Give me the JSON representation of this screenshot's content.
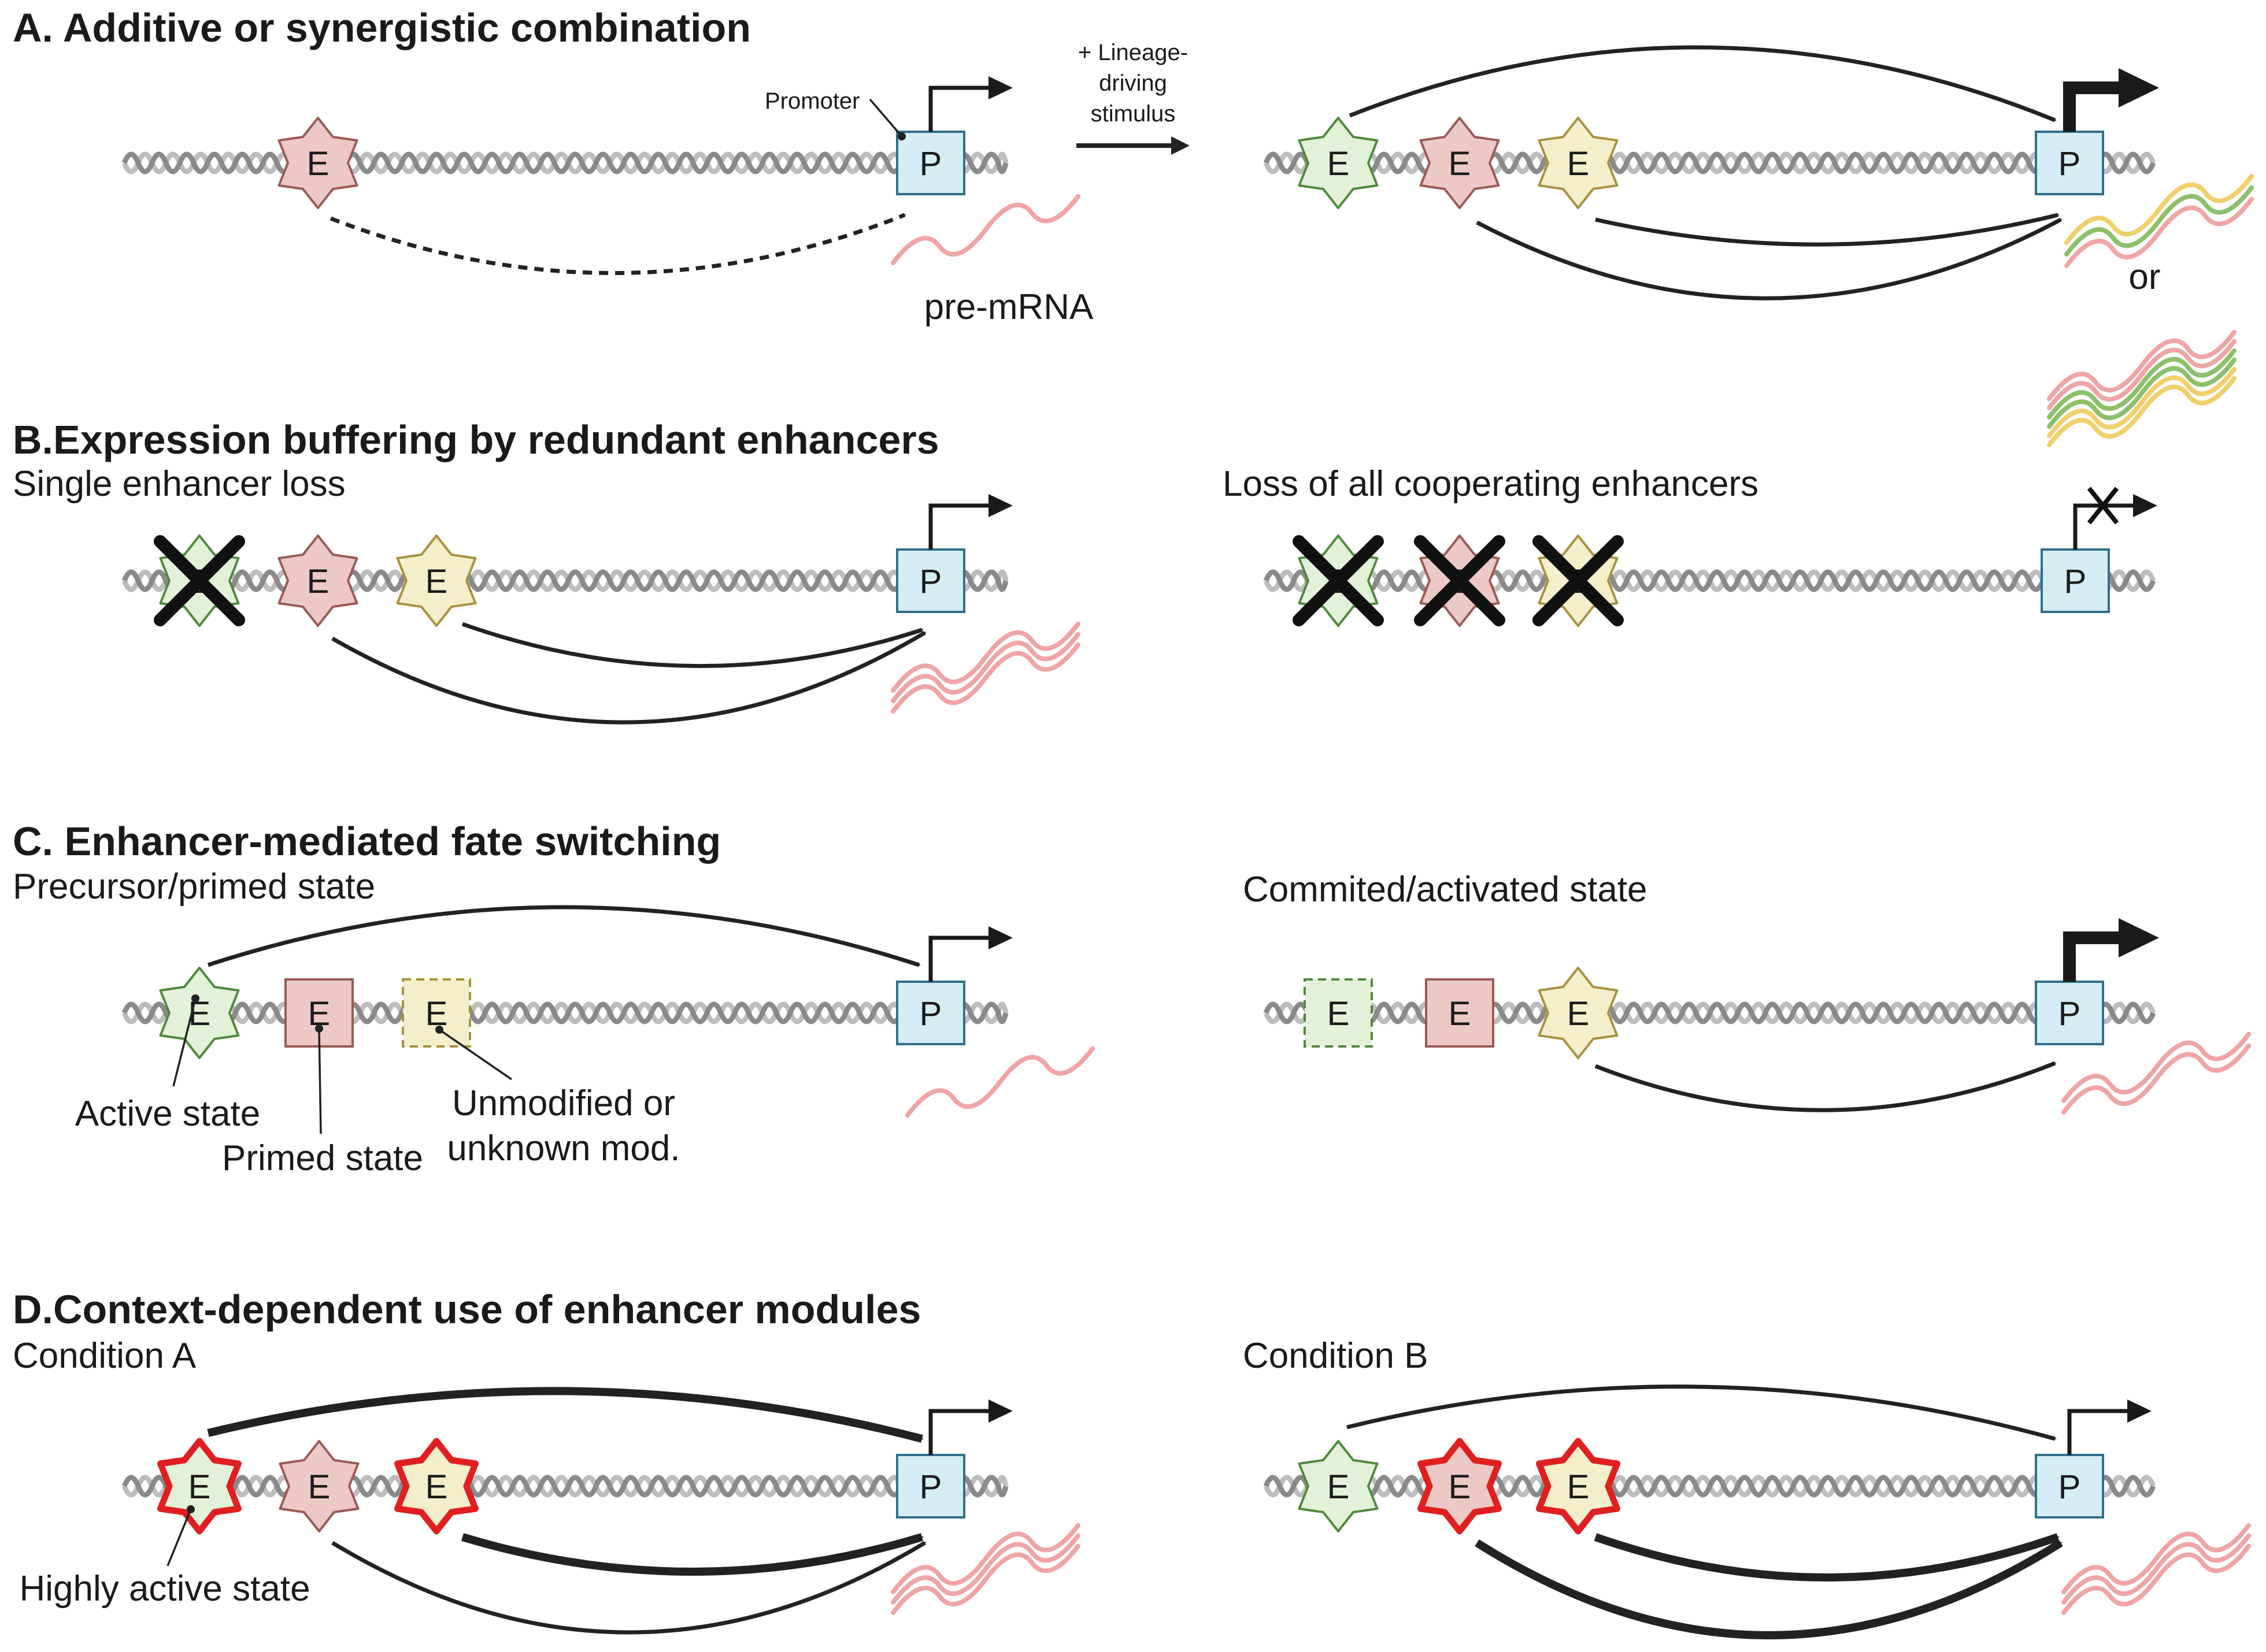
{
  "panels": {
    "a": {
      "title": "A. Additive or synergistic combination",
      "promoter_label": "Promoter",
      "stimulus_line1": "+ Lineage-",
      "stimulus_line2": "driving",
      "stimulus_line3": "stimulus",
      "premrna_label": "pre-mRNA",
      "or_label": "or"
    },
    "b": {
      "title": "B.Expression buffering by redundant enhancers",
      "left_subtitle": "Single enhancer loss",
      "right_subtitle": "Loss of all cooperating enhancers"
    },
    "c": {
      "title": "C. Enhancer-mediated fate switching",
      "left_subtitle": "Precursor/primed state",
      "right_subtitle": "Commited/activated state",
      "active_label": "Active state",
      "primed_label": "Primed state",
      "unmod_line1": "Unmodified or",
      "unmod_line2": "unknown mod."
    },
    "d": {
      "title": "D.Context-dependent use of enhancer modules",
      "left_subtitle": "Condition A",
      "right_subtitle": "Condition B",
      "highly_active_label": "Highly active state"
    }
  },
  "glyphs": {
    "enhancer": "E",
    "promoter": "P"
  },
  "colors": {
    "green_fill": "#e3f1d9",
    "green_stroke": "#4f8a3c",
    "pink_fill": "#ecc9c5",
    "pink_stroke": "#9b5a55",
    "yellow_fill": "#f4eecb",
    "yellow_stroke": "#a8923e",
    "blue_fill": "#d4ecf4",
    "blue_stroke": "#2f6f8c",
    "red_stroke": "#e02020",
    "rna_pink": "#efa5a5",
    "rna_green": "#8cc06a",
    "rna_yellow": "#f0cf6c"
  }
}
